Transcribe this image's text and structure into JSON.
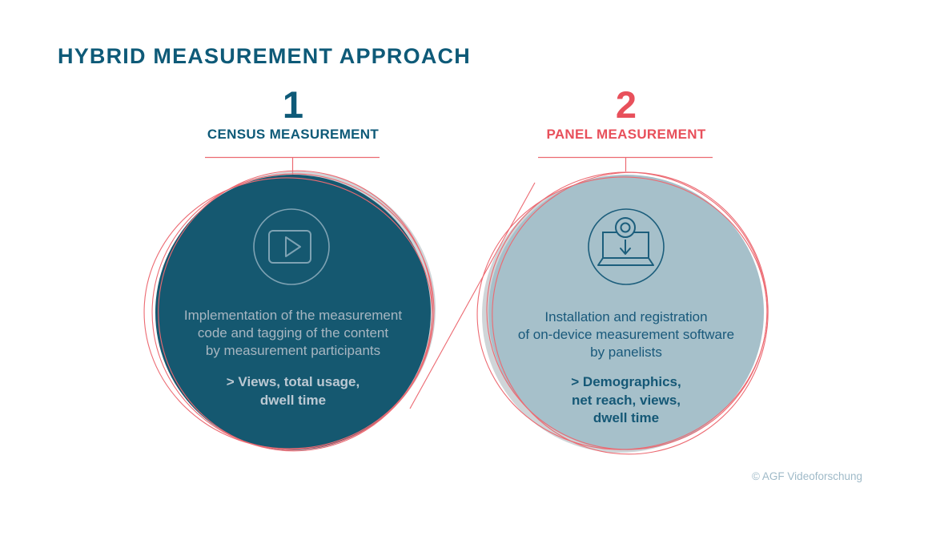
{
  "slide": {
    "title": "HYBRID MEASUREMENT APPROACH",
    "copyright": "© AGF Videoforschung",
    "colors": {
      "teal_text": "#0E5A78",
      "teal_circle_fill": "#155870",
      "red_text": "#E8505B",
      "red_sketch_line": "#EC6A72",
      "light_circle_fill": "#A6C0CA",
      "light_circle_text": "#A7B6C1",
      "light_circle_text_bold": "#BCC9D3",
      "dark_circle_text": "#19597B",
      "copyright_text": "#9FBAC8"
    },
    "steps": [
      {
        "number": "1",
        "label": "CENSUS MEASUREMENT",
        "icon": "video-player-icon",
        "description_lines": [
          "Implementation of the measurement",
          "code and tagging of the content",
          "by measurement participants"
        ],
        "result_lines": [
          "> Views, total usage,",
          "dwell time"
        ]
      },
      {
        "number": "2",
        "label": "PANEL MEASUREMENT",
        "icon": "laptop-download-icon",
        "description_lines": [
          "Installation and registration",
          "of on-device measurement software",
          "by panelists"
        ],
        "result_lines": [
          "> Demographics,",
          "net reach, views,",
          "dwell time"
        ]
      }
    ]
  }
}
